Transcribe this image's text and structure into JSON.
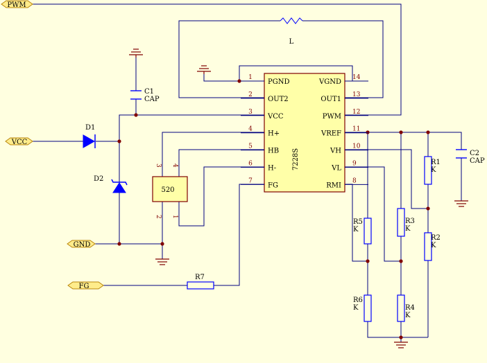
{
  "colors": {
    "background": "#FFFFE0",
    "wire": "#000080",
    "component": "#0000FF",
    "label": "#000000",
    "pin_number": "#800000",
    "junction": "#800000",
    "ground": "#800000",
    "port_fill": "#FFEC8B",
    "port_stroke": "#B8860B",
    "ic_fill": "#FFFFA8",
    "ic_stroke": "#800000"
  },
  "ports": {
    "pwm": "PWM",
    "vcc": "VCC",
    "gnd": "GND",
    "fg": "FG"
  },
  "ic": {
    "name": "7228S",
    "left_pins": [
      {
        "num": "1",
        "name": "PGND"
      },
      {
        "num": "2",
        "name": "OUT2"
      },
      {
        "num": "3",
        "name": "VCC"
      },
      {
        "num": "4",
        "name": "H+"
      },
      {
        "num": "5",
        "name": "HB"
      },
      {
        "num": "6",
        "name": "H-"
      },
      {
        "num": "7",
        "name": "FG"
      }
    ],
    "right_pins": [
      {
        "num": "14",
        "name": "VGND"
      },
      {
        "num": "13",
        "name": "OUT1"
      },
      {
        "num": "12",
        "name": "PWM"
      },
      {
        "num": "11",
        "name": "VREF"
      },
      {
        "num": "10",
        "name": "VH"
      },
      {
        "num": "9",
        "name": "VL"
      },
      {
        "num": "8",
        "name": "RMI"
      }
    ]
  },
  "hall": {
    "name": "520",
    "pins": {
      "p1": "1",
      "p2": "2",
      "p3": "3",
      "p4": "4"
    }
  },
  "components": {
    "inductor": "L",
    "c1_ref": "C1",
    "c1_val": "CAP",
    "c2_ref": "C2",
    "c2_val": "CAP",
    "d1": "D1",
    "d2": "D2",
    "r7": "R7",
    "r1_ref": "R1",
    "r1_val": "K",
    "r2_ref": "R2",
    "r2_val": "K",
    "r3_ref": "R3",
    "r3_val": "K",
    "r4_ref": "R4",
    "r4_val": "K",
    "r5_ref": "R5",
    "r5_val": "K",
    "r6_ref": "R6",
    "r6_val": "K"
  }
}
